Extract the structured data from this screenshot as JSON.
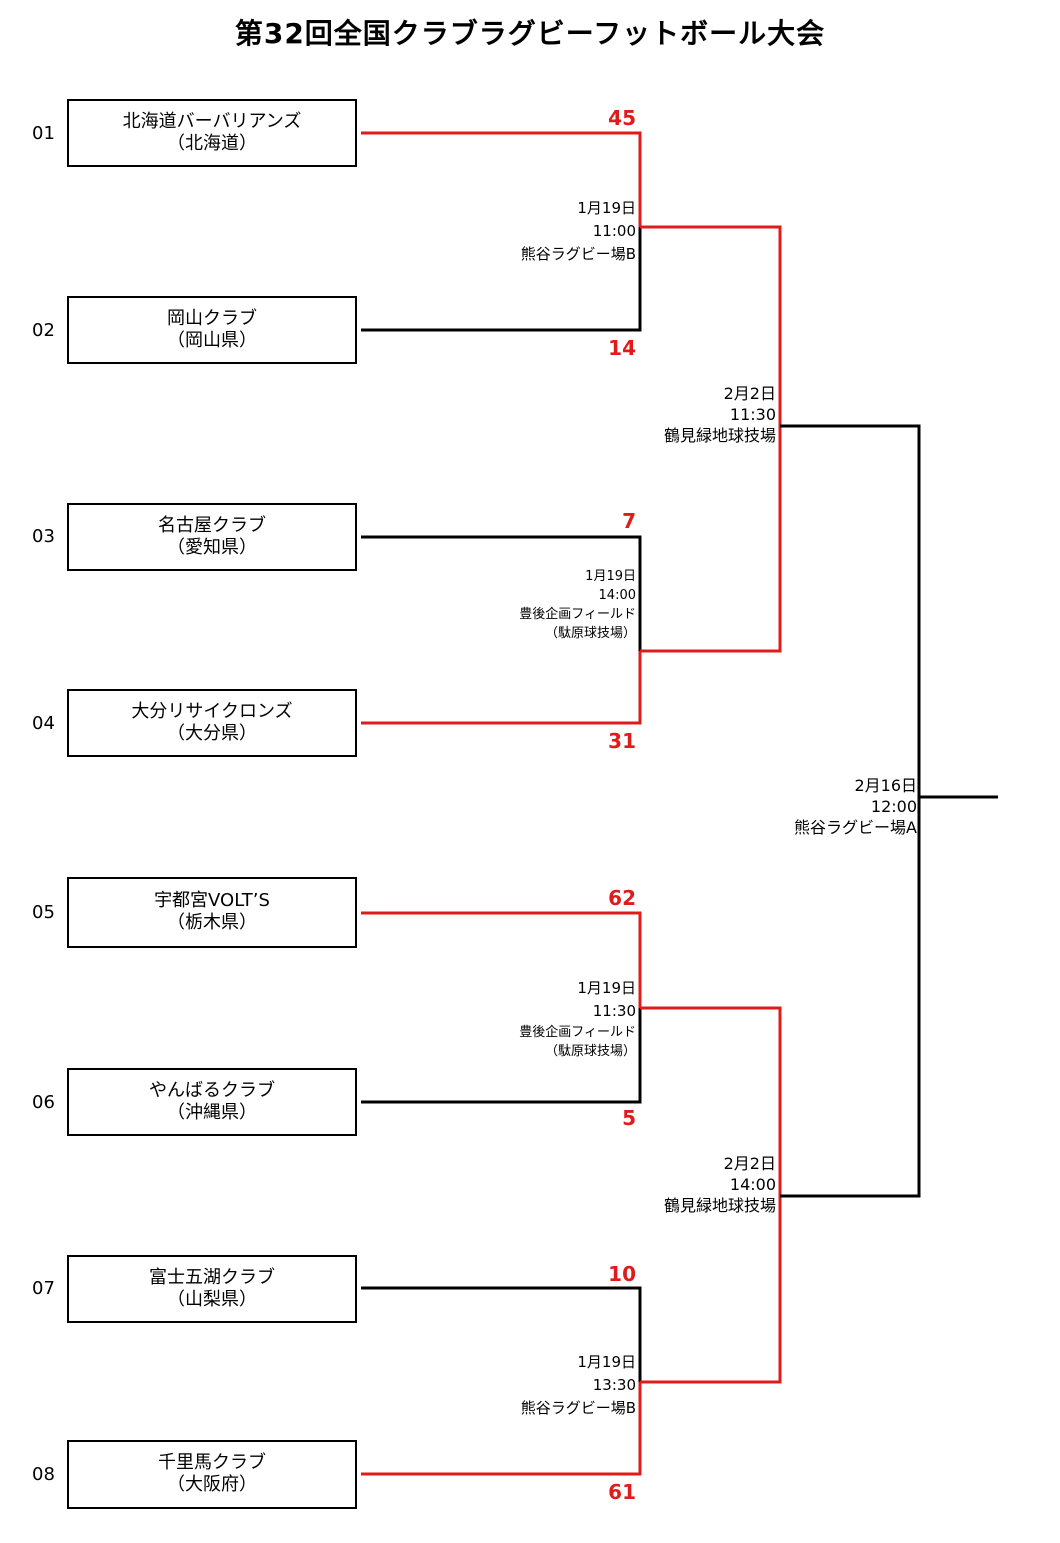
{
  "title": "第32回全国クラブラグビーフットボール大会",
  "colors": {
    "winner_line": "#e01b1b",
    "line": "#000000",
    "score": "#e01b1b"
  },
  "teams": [
    {
      "seed": "01",
      "name": "北海道バーバリアンズ",
      "pref": "（北海道）"
    },
    {
      "seed": "02",
      "name": "岡山クラブ",
      "pref": "（岡山県）"
    },
    {
      "seed": "03",
      "name": "名古屋クラブ",
      "pref": "（愛知県）"
    },
    {
      "seed": "04",
      "name": "大分リサイクロンズ",
      "pref": "（大分県）"
    },
    {
      "seed": "05",
      "name": "宇都宮VOLT’S",
      "pref": "（栃木県）"
    },
    {
      "seed": "06",
      "name": "やんばるクラブ",
      "pref": "（沖縄県）"
    },
    {
      "seed": "07",
      "name": "富士五湖クラブ",
      "pref": "（山梨県）"
    },
    {
      "seed": "08",
      "name": "千里馬クラブ",
      "pref": "（大阪府）"
    }
  ],
  "round1": [
    {
      "top_score": "45",
      "bottom_score": "14",
      "date": "1月19日",
      "time": "11:00",
      "venue": "熊谷ラグビー場B",
      "venue_sub": ""
    },
    {
      "top_score": "7",
      "bottom_score": "31",
      "date": "1月19日",
      "time": "14:00",
      "venue": "豊後企画フィールド",
      "venue_sub": "（駄原球技場）"
    },
    {
      "top_score": "62",
      "bottom_score": "5",
      "date": "1月19日",
      "time": "11:30",
      "venue": "豊後企画フィールド",
      "venue_sub": "（駄原球技場）"
    },
    {
      "top_score": "10",
      "bottom_score": "61",
      "date": "1月19日",
      "time": "13:30",
      "venue": "熊谷ラグビー場B",
      "venue_sub": ""
    }
  ],
  "semifinals": [
    {
      "date": "2月2日",
      "time": "11:30",
      "venue": "鶴見緑地球技場"
    },
    {
      "date": "2月2日",
      "time": "14:00",
      "venue": "鶴見緑地球技場"
    }
  ],
  "final": {
    "date": "2月16日",
    "time": "12:00",
    "venue": "熊谷ラグビー場A"
  }
}
